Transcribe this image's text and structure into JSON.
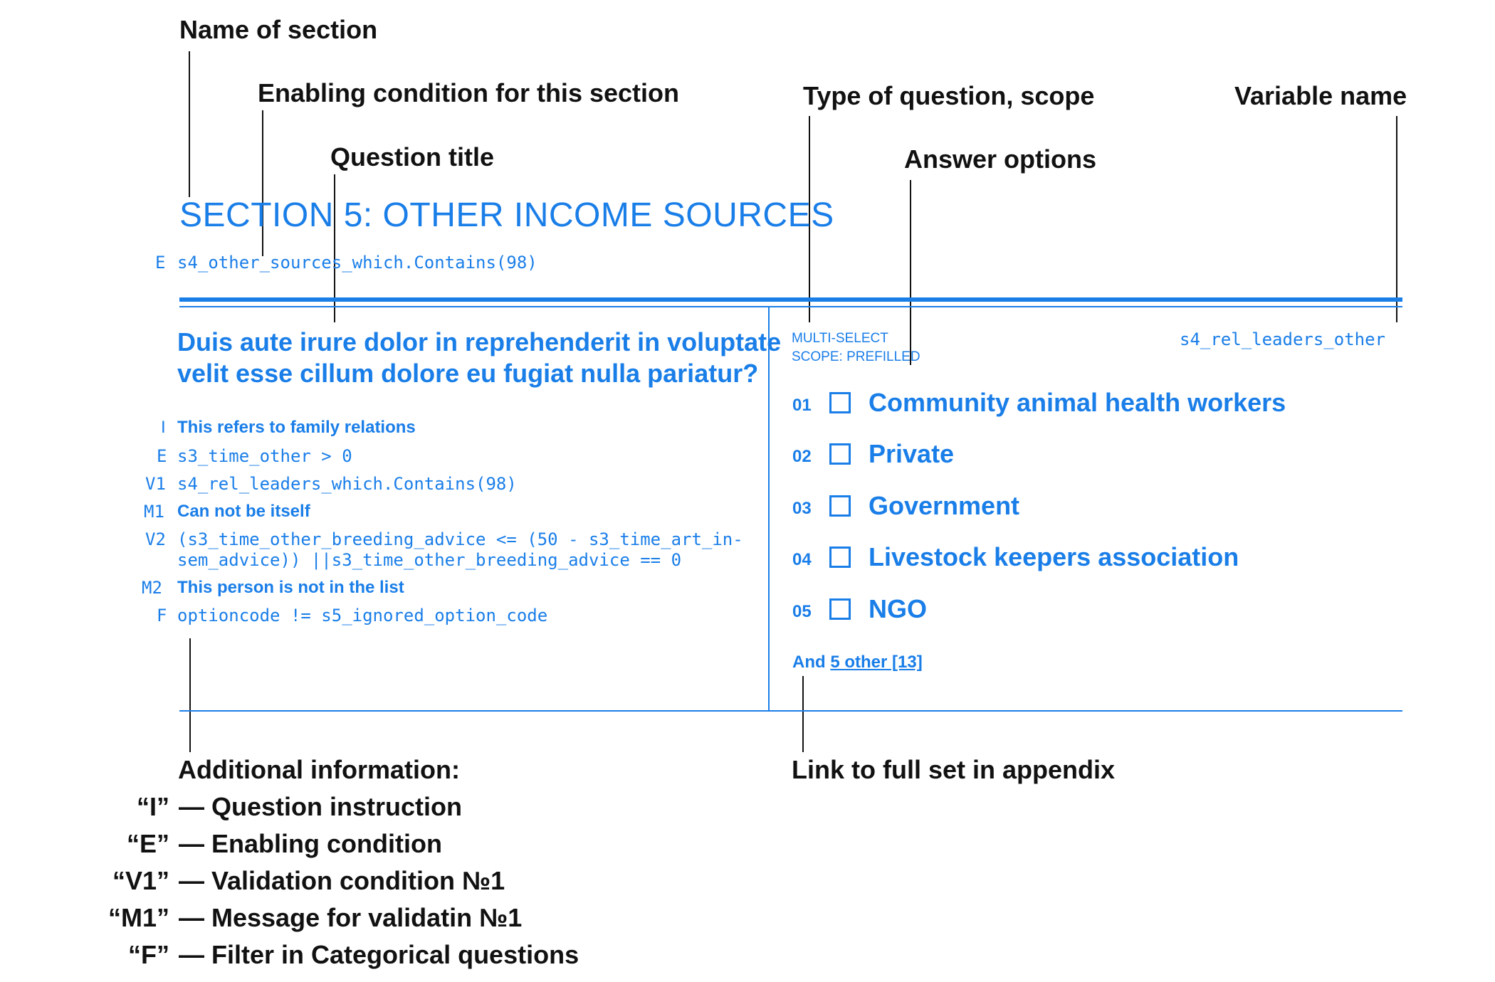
{
  "callouts": {
    "name_of_section": "Name of section",
    "enabling_condition": "Enabling condition for this section",
    "question_title": "Question title",
    "type_scope": "Type of question, scope",
    "variable_name": "Variable name",
    "answer_options": "Answer options",
    "additional_info": "Additional information:",
    "link_appendix": "Link to full set in appendix"
  },
  "section": {
    "title": "SECTION 5: OTHER INCOME SOURCES",
    "enabling_label": "E",
    "enabling_condition": "s4_other_sources_which.Contains(98)"
  },
  "question": {
    "title_line1": "Duis aute irure dolor in reprehenderit in voluptate",
    "title_line2": "velit esse cillum dolore eu fugiat nulla pariatur?",
    "type": "MULTI-SELECT",
    "scope": "SCOPE: PREFILLED",
    "variable": "s4_rel_leaders_other",
    "info": [
      {
        "label": "I",
        "text": "This refers to family relations"
      },
      {
        "label": "E",
        "text": "s3_time_other > 0"
      },
      {
        "label": "V1",
        "text": "s4_rel_leaders_which.Contains(98)"
      },
      {
        "label": "M1",
        "text": "Can not be itself"
      },
      {
        "label": "V2",
        "text": "(s3_time_other_breeding_advice <= (50 - s3_time_art_in-",
        "text2": "sem_advice)) ||s3_time_other_breeding_advice == 0"
      },
      {
        "label": "M2",
        "text": "This person is not in the list"
      },
      {
        "label": "F",
        "text": "optioncode != s5_ignored_option_code"
      }
    ],
    "options": [
      {
        "code": "01",
        "label": "Community animal health workers"
      },
      {
        "code": "02",
        "label": "Private"
      },
      {
        "code": "03",
        "label": "Government"
      },
      {
        "code": "04",
        "label": "Livestock keepers association"
      },
      {
        "code": "05",
        "label": "NGO"
      }
    ],
    "more_prefix": "And",
    "more_link": "5 other [13]"
  },
  "legend": [
    {
      "key": "“I”",
      "desc": "— Question instruction"
    },
    {
      "key": "“E”",
      "desc": "— Enabling condition"
    },
    {
      "key": "“V1”",
      "desc": "— Validation condition №1"
    },
    {
      "key": "“M1”",
      "desc": "— Message for validatin №1"
    },
    {
      "key": "“F”",
      "desc": "— Filter in Categorical questions"
    }
  ],
  "colors": {
    "accent": "#1a7ee8",
    "callout": "#111111"
  }
}
